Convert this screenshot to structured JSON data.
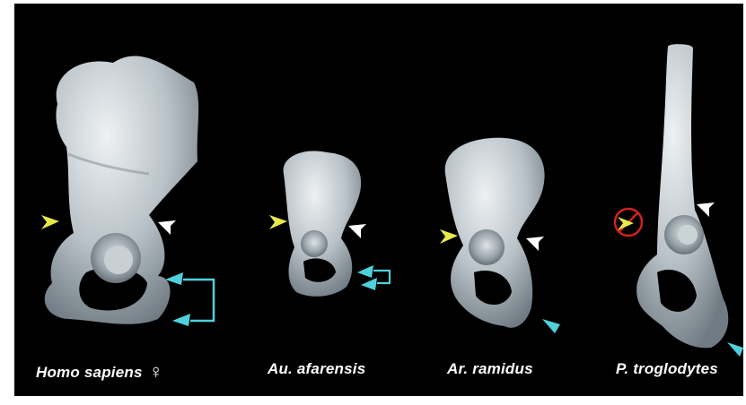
{
  "colors": {
    "background": "#000000",
    "bone_light": "#e8ecef",
    "bone_mid": "#b8c1c7",
    "bone_dark": "#6f7a82",
    "yellow_arrow": "#e8e84a",
    "white_arrow": "#ffffff",
    "cyan_arrow": "#4fd1dc",
    "prohibition_red": "#d42020"
  },
  "specimens": [
    {
      "label": "Homo sapiens",
      "symbol": "♀"
    },
    {
      "label": "Au. afarensis"
    },
    {
      "label": "Ar. ramidus"
    },
    {
      "label": "P. troglodytes"
    }
  ],
  "icons": {
    "yellow": "yellow-arrowhead-icon",
    "white": "white-arrowhead-icon",
    "cyan": "cyan-arrowhead-icon",
    "bracket": "bracket-connector-icon",
    "prohibition": "prohibition-sign-icon"
  }
}
